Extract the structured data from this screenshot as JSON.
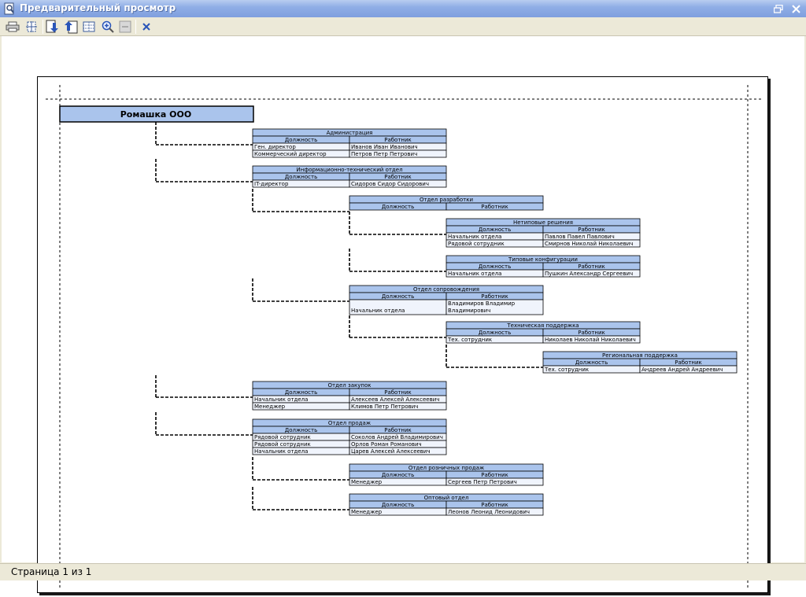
{
  "window": {
    "title": "Предварительный просмотр"
  },
  "toolbar": {
    "buttons": [
      {
        "name": "print-button",
        "icon": "printer-icon"
      },
      {
        "name": "fit-page-button",
        "icon": "fit-page-icon"
      },
      {
        "name": "next-page-button",
        "icon": "page-down-icon"
      },
      {
        "name": "prev-page-button",
        "icon": "page-up-icon"
      },
      {
        "name": "page-setup-button",
        "icon": "page-grid-icon"
      },
      {
        "name": "zoom-in-button",
        "icon": "zoom-in-icon"
      },
      {
        "name": "zoom-out-button",
        "icon": "zoom-out-icon"
      },
      {
        "name": "close-preview-button",
        "icon": "close-icon"
      }
    ]
  },
  "status": {
    "page_text": "Страница 1 из 1"
  },
  "org": {
    "root": "Ромашка ООО",
    "col_position": "Должность",
    "col_employee": "Работник",
    "departments": [
      {
        "name": "Администрация",
        "rows": [
          [
            "Ген. директор",
            "Иванов Иван Иванович"
          ],
          [
            "Коммерческий директор",
            "Петров Петр Петрович"
          ]
        ]
      },
      {
        "name": "Информационно-технический отдел",
        "rows": [
          [
            "IT-директор",
            "Сидоров Сидор Сидорович"
          ]
        ]
      },
      {
        "name": "Отдел разработки",
        "rows": []
      },
      {
        "name": "Нетиповые решения",
        "rows": [
          [
            "Начальник отдела",
            "Павлов Павел Павлович"
          ],
          [
            "Рядовой сотрудник",
            "Смирнов Николай Николаевич"
          ]
        ]
      },
      {
        "name": "Типовые конфигурации",
        "rows": [
          [
            "Начальник отдела",
            "Пушкин Александр Сергеевич"
          ]
        ]
      },
      {
        "name": "Отдел сопровождения",
        "rows": [
          [
            "Начальник отдела",
            "Владимиров Владимир Владимирович"
          ]
        ]
      },
      {
        "name": "Техническая поддержка",
        "rows": [
          [
            "Тех. сотрудник",
            "Николаев Николай Николаевич"
          ]
        ]
      },
      {
        "name": "Региональная поддержка",
        "rows": [
          [
            "Тех. сотрудник",
            "Андреев Андрей Андреевич"
          ]
        ]
      },
      {
        "name": "Отдел закупок",
        "rows": [
          [
            "Начальник отдела",
            "Алексеев Алексей Алексеевич"
          ],
          [
            "Менеджер",
            "Климов Петр Петрович"
          ]
        ]
      },
      {
        "name": "Отдел продаж",
        "rows": [
          [
            "Рядовой сотрудник",
            "Соколов Андрей Владимирович"
          ],
          [
            "Рядовой сотрудник",
            "Орлов Роман Романович"
          ],
          [
            "Начальник отдела",
            "Царев Алексей Алексеевич"
          ]
        ]
      },
      {
        "name": "Отдел розничных продаж",
        "rows": [
          [
            "Менеджер",
            "Сергеев Петр Петрович"
          ]
        ]
      },
      {
        "name": "Оптовый отдел",
        "rows": [
          [
            "Менеджер",
            "Леонов Леонид Леонидович"
          ]
        ]
      }
    ]
  },
  "colors": {
    "header_fill": "#aac4ec",
    "row_fill": "#f0f4fc",
    "root_fill": "#aac4ec",
    "title_gradient_start": "#b9cdf0",
    "title_gradient_end": "#7f9fde"
  }
}
